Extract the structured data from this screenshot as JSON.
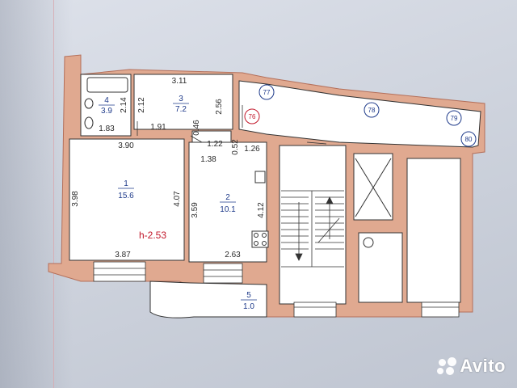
{
  "rooms": [
    {
      "number": "1",
      "area": "15.6"
    },
    {
      "number": "2",
      "area": "10.1"
    },
    {
      "number": "3",
      "area": "7.2"
    },
    {
      "number": "4",
      "area": "3.9"
    },
    {
      "number": "5",
      "area": "1.0"
    }
  ],
  "ceiling_height": "h-2.53",
  "dimensions": {
    "d311": "3.11",
    "d214": "2.14",
    "d212": "2.12",
    "d256": "2.56",
    "d183": "1.83",
    "d191": "1.91",
    "d046": "0.46",
    "d122": "1.22",
    "d052": "0.52",
    "d126": "1.26",
    "d390": "3.90",
    "d138": "1.38",
    "d398": "3.98",
    "d407": "4.07",
    "d359": "3.59",
    "d412": "4.12",
    "d387": "3.87",
    "d263": "2.63"
  },
  "markers": {
    "m76": "76",
    "m77": "77",
    "m78": "78",
    "m79": "79",
    "m80": "80"
  },
  "watermark": "Avito",
  "colors": {
    "wall": "#e0a990",
    "wall_edge": "#b4705b",
    "room_fill": "#ffffff",
    "line": "#333333",
    "marker": "#1e3a8a",
    "marker_red": "#c2182b"
  }
}
